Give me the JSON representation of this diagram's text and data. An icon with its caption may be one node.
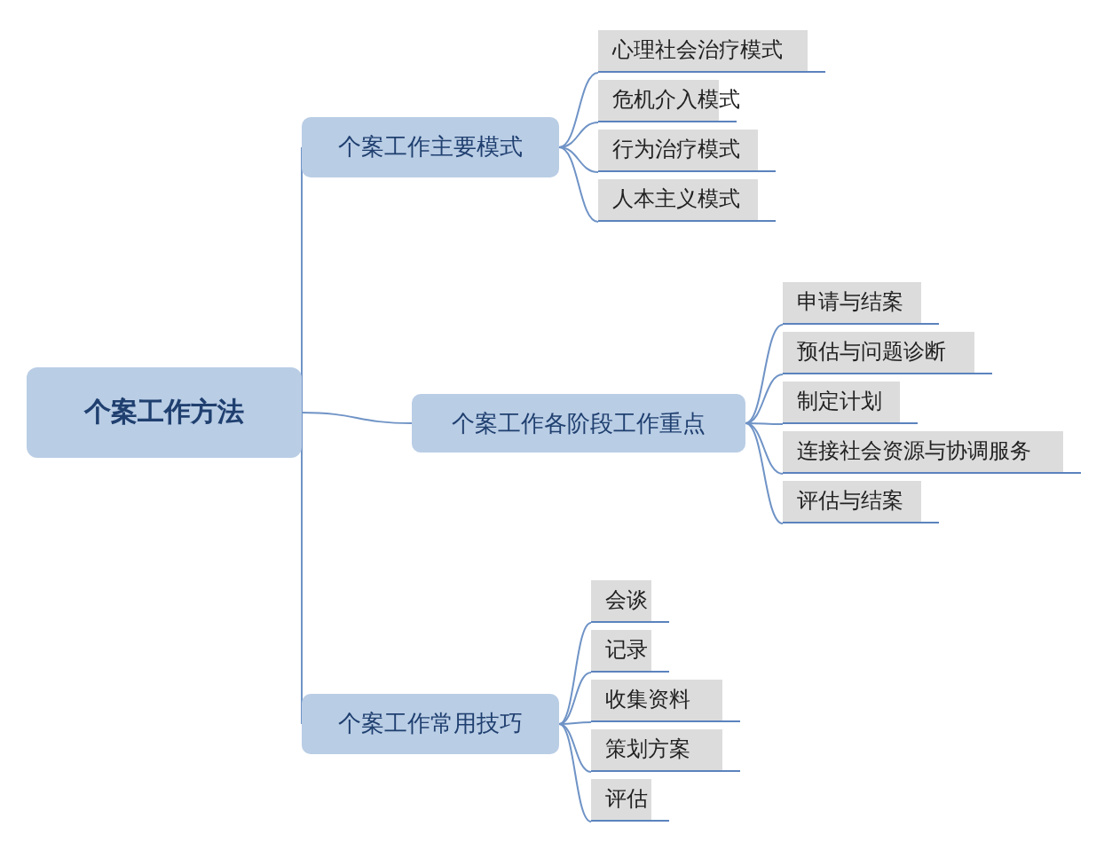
{
  "diagram": {
    "nodes": [
      {
        "text": [
          "个案工作方法"
        ]
      },
      {
        "text": [
          "个案工作主要模式"
        ]
      },
      {
        "text": [
          "心理社会治疗模式"
        ]
      },
      {
        "text": [
          "危机介入模式"
        ]
      },
      {
        "text": [
          "行为治疗模式"
        ]
      },
      {
        "text": [
          "人本主义模式"
        ]
      },
      {
        "text": [
          "个案工作各阶段工作重点"
        ]
      },
      {
        "text": [
          "申请与结案"
        ]
      },
      {
        "text": [
          "预估与问题诊断"
        ]
      },
      {
        "text": [
          "制定计划"
        ]
      },
      {
        "text": [
          "连接社会资源与协调服务"
        ]
      },
      {
        "text": [
          "评估与结案"
        ]
      },
      {
        "text": [
          "个案工作常用技巧"
        ]
      },
      {
        "text": [
          "会谈"
        ]
      },
      {
        "text": [
          "记录"
        ]
      },
      {
        "text": [
          "收集资料"
        ]
      },
      {
        "text": [
          "策划方案"
        ]
      },
      {
        "text": [
          "评估"
        ]
      }
    ],
    "edges": [
      {
        "from": 0,
        "to": 1,
        "arrow": "none"
      },
      {
        "from": 0,
        "to": 6,
        "arrow": "none"
      },
      {
        "from": 0,
        "to": 12,
        "arrow": "none"
      },
      {
        "from": 1,
        "to": 2,
        "arrow": "none"
      },
      {
        "from": 1,
        "to": 3,
        "arrow": "none"
      },
      {
        "from": 1,
        "to": 4,
        "arrow": "none"
      },
      {
        "from": 1,
        "to": 5,
        "arrow": "none"
      },
      {
        "from": 6,
        "to": 7,
        "arrow": "none"
      },
      {
        "from": 6,
        "to": 8,
        "arrow": "none"
      },
      {
        "from": 6,
        "to": 9,
        "arrow": "none"
      },
      {
        "from": 6,
        "to": 10,
        "arrow": "none"
      },
      {
        "from": 6,
        "to": 11,
        "arrow": "none"
      },
      {
        "from": 12,
        "to": 13,
        "arrow": "none"
      },
      {
        "from": 12,
        "to": 14,
        "arrow": "none"
      },
      {
        "from": 12,
        "to": 15,
        "arrow": "none"
      },
      {
        "from": 12,
        "to": 16,
        "arrow": "none"
      },
      {
        "from": 12,
        "to": 17,
        "arrow": "none"
      }
    ]
  }
}
